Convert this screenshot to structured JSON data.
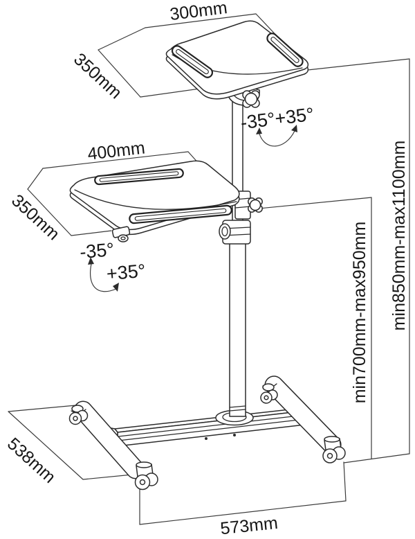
{
  "figure": {
    "type": "technical line drawing",
    "subject": "height-adjustable mobile trolley stand with two tilting platforms, telescopic pole and casters",
    "colors": {
      "background": "#ffffff",
      "line": "#2b2b2b",
      "text": "#161616"
    },
    "labels": {
      "top_platform_width": "300mm",
      "top_platform_depth": "350mm",
      "top_platform_tilt": "-35°+35°",
      "lower_platform_width": "400mm",
      "lower_platform_depth": "350mm",
      "lower_platform_tilt_minus": "-35°",
      "lower_platform_tilt_plus": "+35°",
      "height_inner": "min700mm-max950mm",
      "height_outer": "min850mm-max1100mm",
      "base_depth": "538mm",
      "base_width": "573mm"
    }
  }
}
